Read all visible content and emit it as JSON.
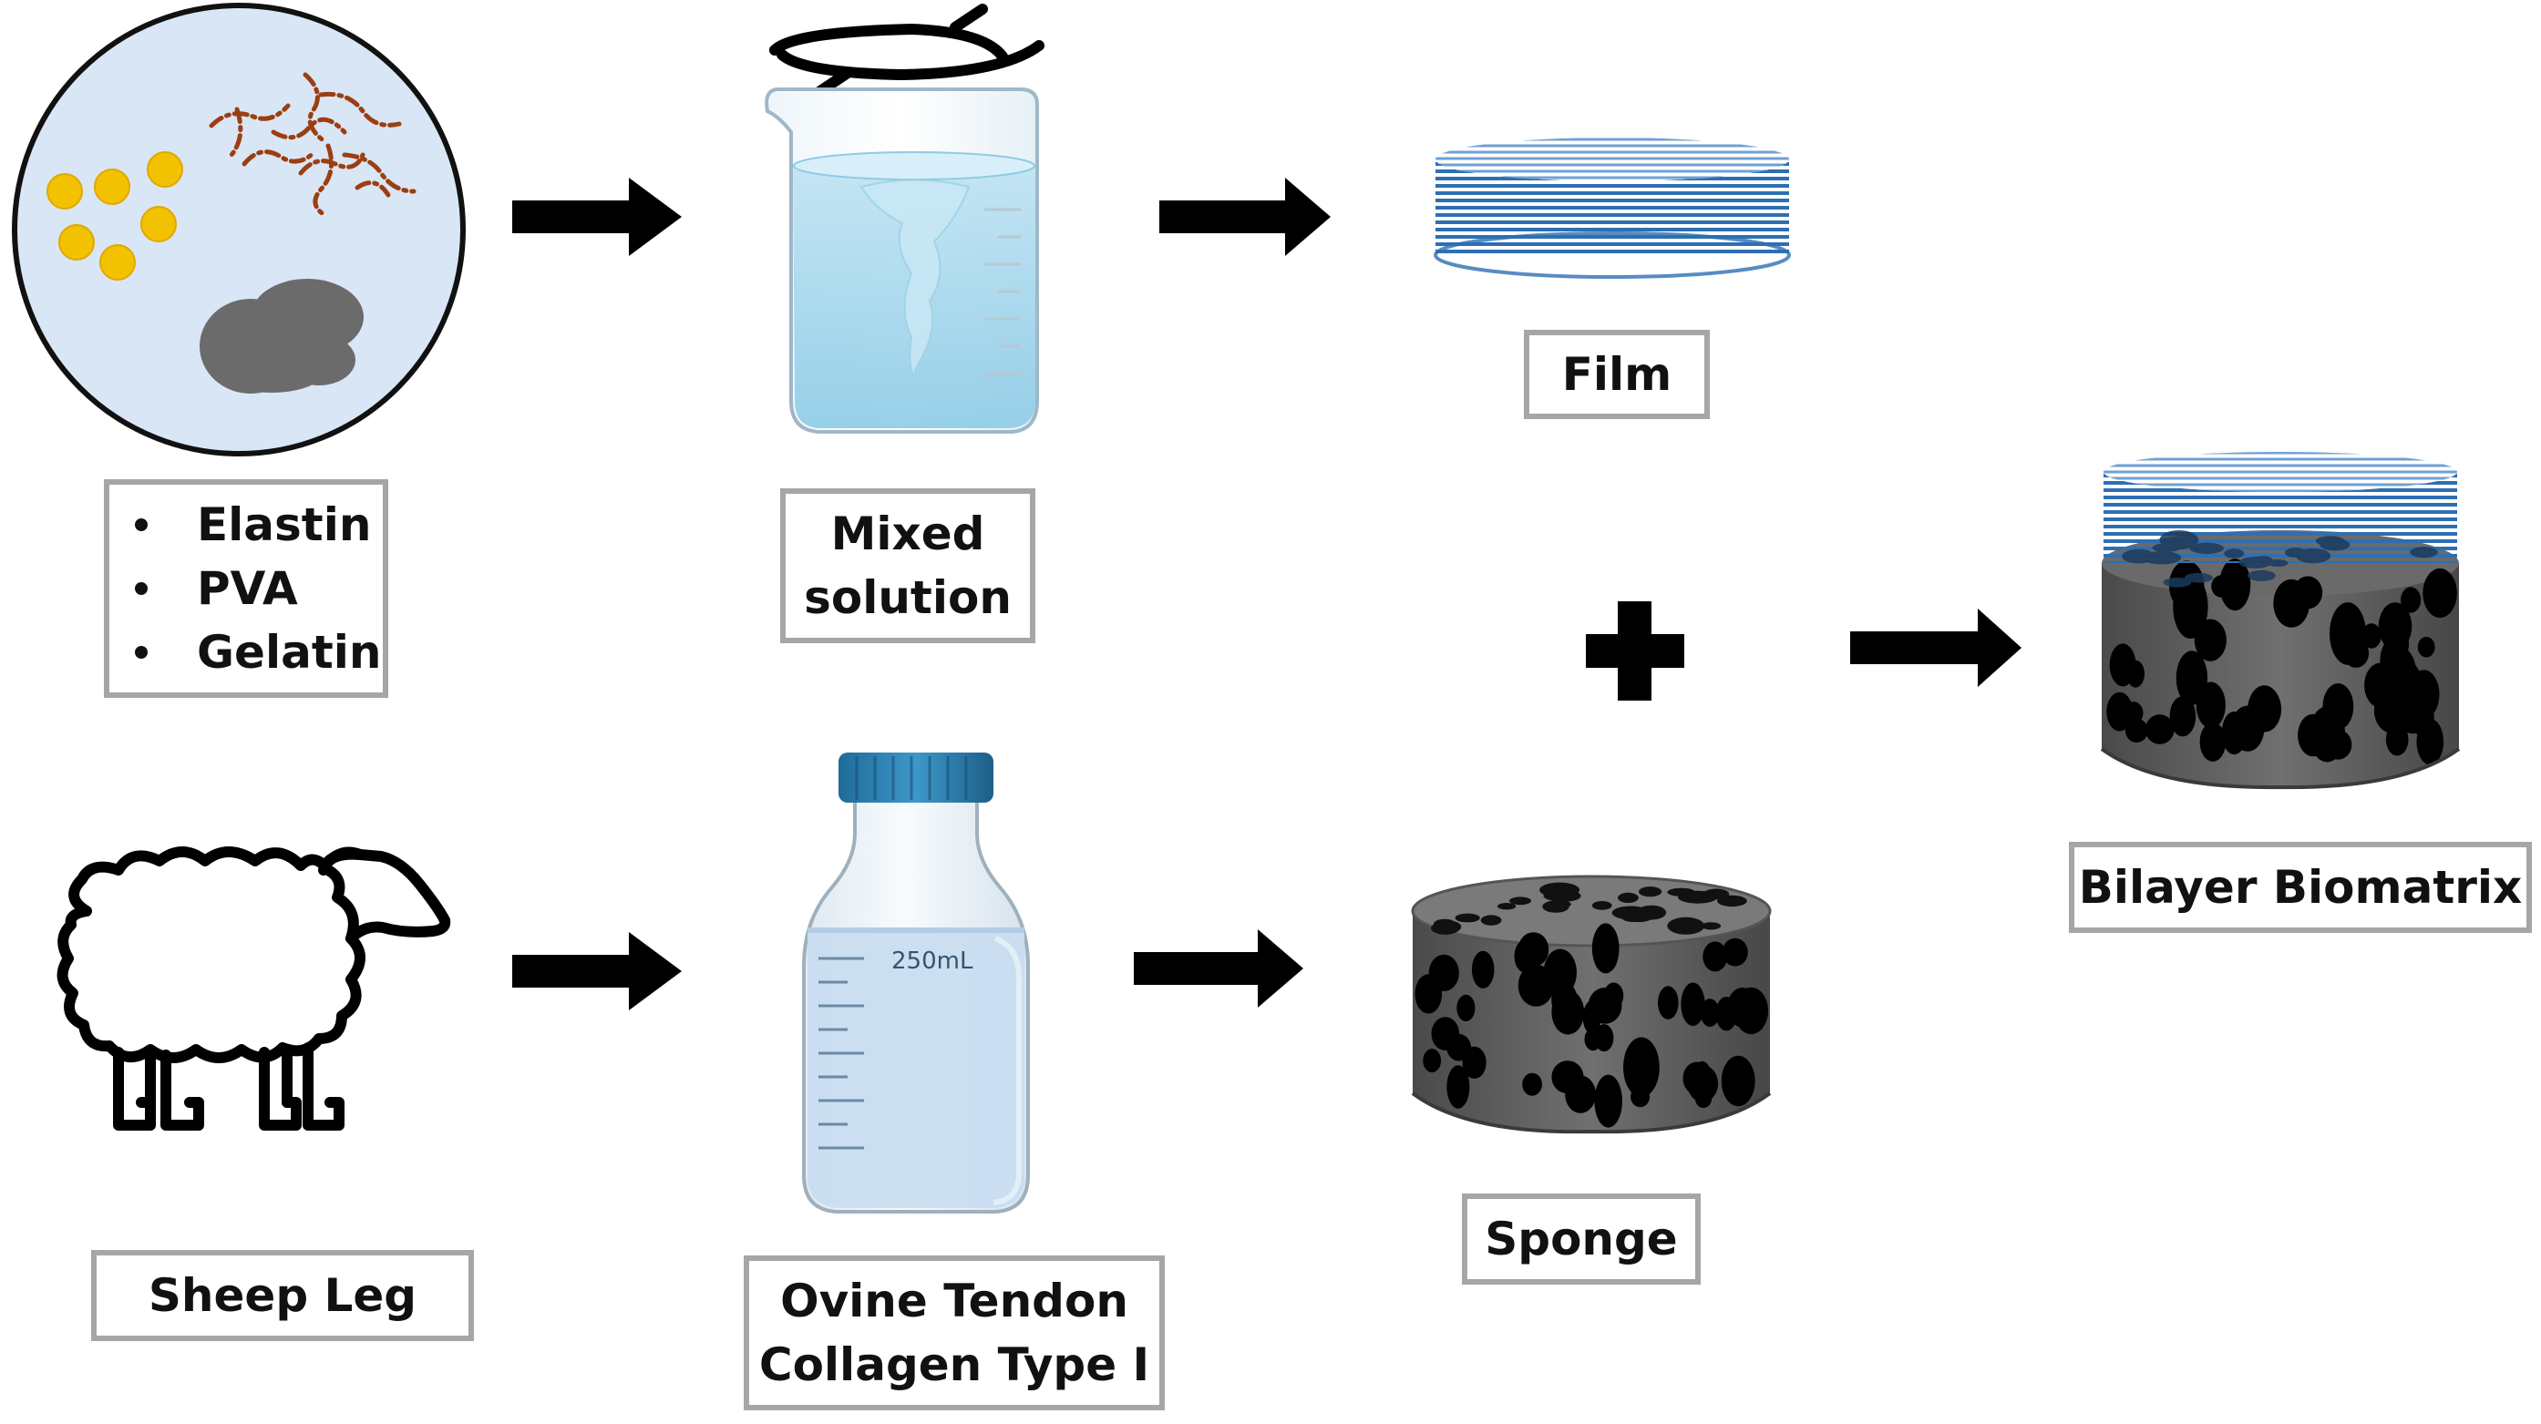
{
  "ingredients": [
    "Elastin",
    "PVA",
    "Gelatin"
  ],
  "labels": {
    "mixed_solution": [
      "Mixed",
      "solution"
    ],
    "film": "Film",
    "sheep_leg": "Sheep Leg",
    "collagen": [
      "Ovine Tendon",
      "Collagen Type I"
    ],
    "sponge": "Sponge",
    "bilayer": "Bilayer Biomatrix",
    "bottle_volume": "250mL"
  },
  "colors": {
    "arrow": "#000000",
    "box_border": "#a6a6a6",
    "dish_fill": "#d9e6f5",
    "elastin_beads": "#f2c200",
    "fibers": "#9c3e12",
    "gelatin_blob": "#6b6b6b",
    "water": "#a9d7ec",
    "film_stripes": "#2d6fb3",
    "sponge_body": "#5e5e5e",
    "bottle_cap": "#2e7fb0"
  }
}
